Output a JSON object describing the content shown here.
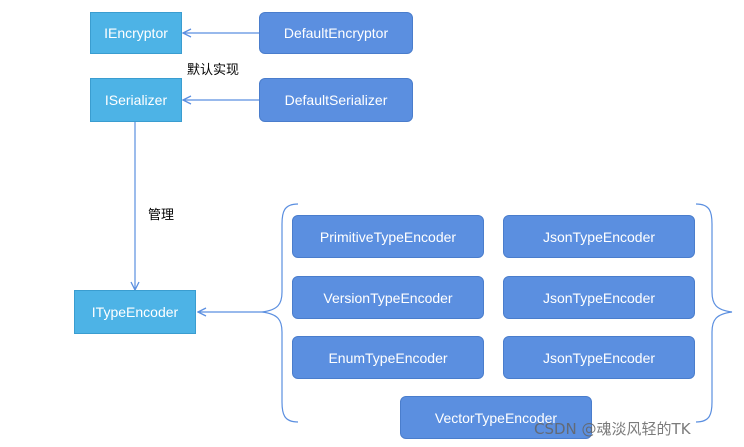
{
  "nodes": {
    "iencryptor": "IEncryptor",
    "default_encryptor": "DefaultEncryptor",
    "iserializer": "ISerializer",
    "default_serializer": "DefaultSerializer",
    "itypeencoder": "ITypeEncoder",
    "primitive_type_encoder": "PrimitiveTypeEncoder",
    "json_type_encoder_1": "JsonTypeEncoder",
    "version_type_encoder": "VersionTypeEncoder",
    "json_type_encoder_2": "JsonTypeEncoder",
    "enum_type_encoder": "EnumTypeEncoder",
    "json_type_encoder_3": "JsonTypeEncoder",
    "vector_type_encoder": "VectorTypeEncoder"
  },
  "labels": {
    "default_impl": "默认实现",
    "manage": "管理"
  },
  "watermark": "CSDN @魂淡风轻的TK",
  "colors": {
    "interface_fill": "#4db3e6",
    "impl_fill": "#5b8fe0",
    "connector": "#5b8fe0"
  }
}
